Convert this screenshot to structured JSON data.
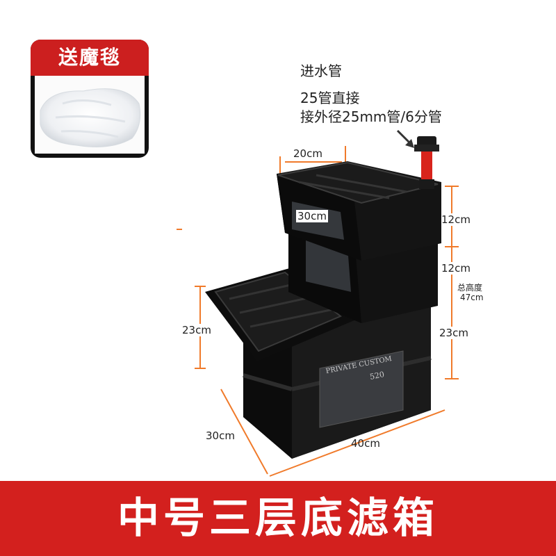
{
  "gift_badge": {
    "label": "送魔毯"
  },
  "inlet": {
    "title": "进水管",
    "line1": "25管直接",
    "line2": "接外径25mm管/6分管"
  },
  "dimensions": {
    "top_width": "20cm",
    "top_depth": "30cm",
    "top_height_1": "12cm",
    "top_height_2": "12cm",
    "total_label": "总高度",
    "total_value": "47cm",
    "bottom_right_height": "23cm",
    "bottom_left_height": "23cm",
    "bottom_depth": "30cm",
    "bottom_width": "40cm"
  },
  "box_label": {
    "brand": "PRIVATE CUSTOM",
    "number": "520"
  },
  "product_title": "中号三层底滤箱",
  "colors": {
    "accent_red": "#d3201e",
    "dimension_orange": "#f07a2a",
    "box_black": "#111111"
  }
}
